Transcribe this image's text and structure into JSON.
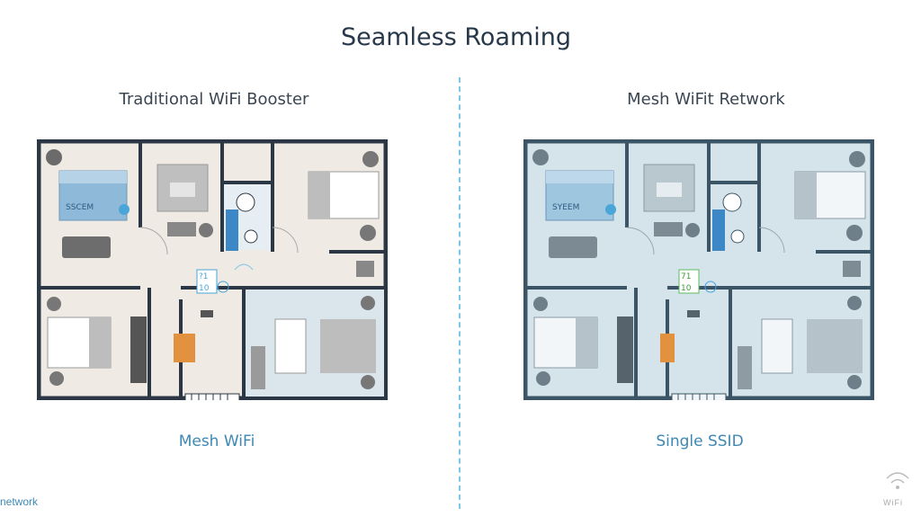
{
  "title": "Seamless Roaming",
  "left_panel": {
    "heading": "Traditional WiFi Booster",
    "caption": "Mesh WiFi",
    "bed_label": "SSCEM",
    "device_label_top": "?1",
    "device_label_bottom": "10",
    "floor_color": "#efeae3",
    "accent_color": "#4aa6d8"
  },
  "right_panel": {
    "heading": "Mesh WiFit Retwork",
    "caption": "Single SSID",
    "bed_label": "SYEEM",
    "device_label_top": "71",
    "device_label_bottom": "10",
    "floor_color": "#d5e3ea",
    "accent_color": "#5cbd5c"
  },
  "footer_left": "network",
  "footer_right": "WiFi"
}
